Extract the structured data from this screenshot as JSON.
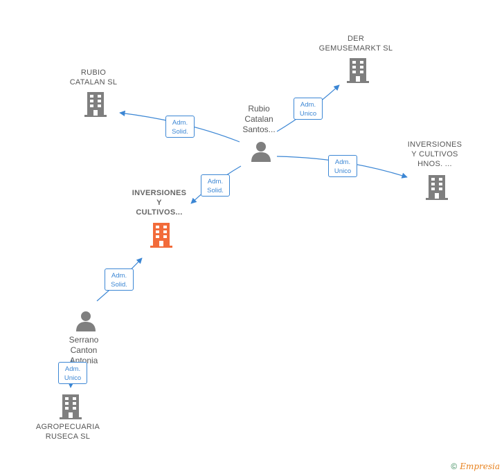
{
  "nodes": {
    "rubio_catalan_sl": {
      "lines": [
        "RUBIO",
        "CATALAN  SL"
      ]
    },
    "der_gemusemarkt": {
      "lines": [
        "DER",
        "GEMUSEMARKT SL"
      ]
    },
    "inversiones_hnos": {
      "lines": [
        "INVERSIONES",
        "Y CULTIVOS",
        "HNOS. ..."
      ]
    },
    "inversiones_focus": {
      "lines": [
        "INVERSIONES",
        "Y",
        "CULTIVOS..."
      ]
    },
    "agropecuaria": {
      "lines": [
        "AGROPECUARIA",
        "RUSECA SL"
      ]
    }
  },
  "persons": {
    "rubio_santos": {
      "lines": [
        "Rubio",
        "Catalan",
        "Santos..."
      ]
    },
    "serrano_antonia": {
      "lines": [
        "Serrano",
        "Canton",
        "Antonia"
      ]
    }
  },
  "badges": {
    "b1": {
      "l1": "Adm.",
      "l2": "Solid."
    },
    "b2": {
      "l1": "Adm.",
      "l2": "Unico"
    },
    "b3": {
      "l1": "Adm.",
      "l2": "Unico"
    },
    "b4": {
      "l1": "Adm.",
      "l2": "Solid."
    },
    "b5": {
      "l1": "Adm.",
      "l2": "Solid."
    },
    "b6": {
      "l1": "Adm.",
      "l2": "Unico"
    }
  },
  "colors": {
    "edge": "#3b86d4",
    "building": "#7f7f7f",
    "focus": "#f26b3a",
    "person": "#7f7f7f"
  },
  "footer": {
    "copyright": "©",
    "brand": "Empresia"
  }
}
